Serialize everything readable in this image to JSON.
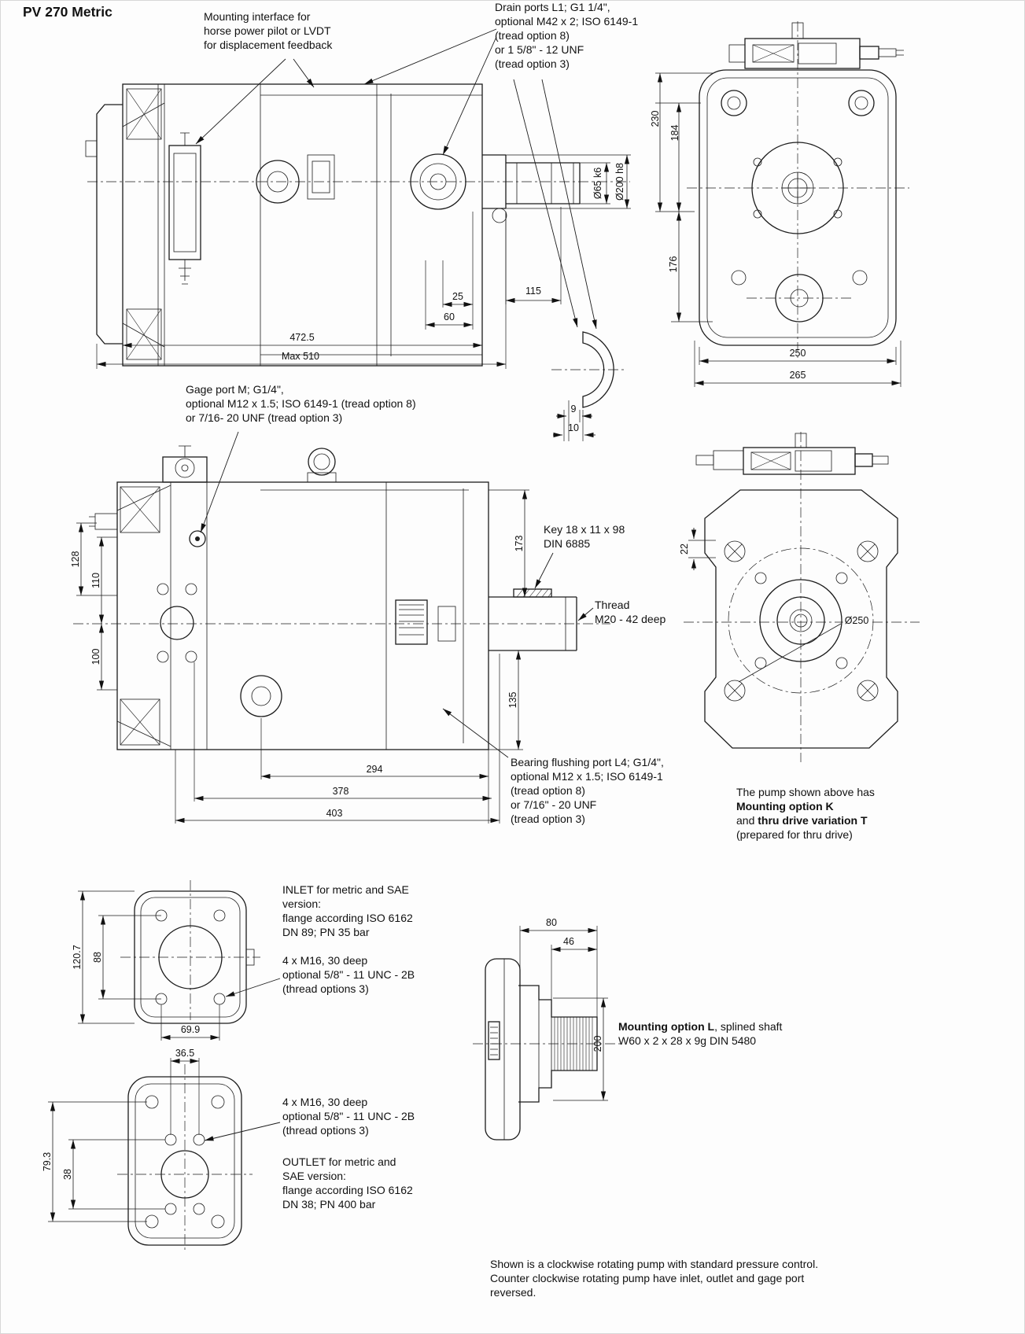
{
  "title": "PV 270 Metric",
  "annotations": {
    "mounting_interface": "Mounting interface for\nhorse power pilot or LVDT\nfor displacement feedback",
    "drain_ports": "Drain ports L1; G1 1/4\",\noptional M42 x 2; ISO 6149-1\n(tread option 8)\nor 1 5/8\" - 12 UNF\n(tread option 3)",
    "gage_port": "Gage port M; G1/4\",\noptional M12 x 1.5; ISO 6149-1 (tread option 8)\nor 7/16- 20 UNF (tread option 3)",
    "key": "Key 18 x 11 x 98\nDIN 6885",
    "thread": "Thread\nM20 - 42 deep",
    "bearing_flushing": "Bearing flushing port L4; G1/4\",\noptional M12 x 1.5; ISO 6149-1\n(tread option 8)\nor 7/16\" - 20 UNF\n(tread option 3)",
    "pump_note_line1": "The pump shown above has",
    "pump_note_line2": "Mounting option K",
    "pump_note_line3_normal": "and ",
    "pump_note_line3_bold": "thru drive variation T",
    "pump_note_line4": "(prepared for thru drive)",
    "inlet": "INLET for metric and SAE\nversion:\nflange according ISO 6162\nDN 89; PN 35 bar",
    "bolts_inlet": "4 x M16, 30 deep\noptional 5/8\" - 11 UNC - 2B\n(thread options 3)",
    "bolts_outlet": "4 x M16, 30 deep\noptional 5/8\" - 11 UNC - 2B\n(thread options 3)",
    "outlet": "OUTLET for metric and\nSAE version:\nflange according ISO 6162\nDN 38; PN 400 bar",
    "mounting_l_bold": "Mounting option L",
    "mounting_l_normal": ", splined shaft",
    "mounting_l_line2": "W60 x 2 x 28 x 9g DIN 5480",
    "footer": "Shown is a clockwise rotating pump with standard pressure control.\nCounter clockwise rotating pump have inlet, outlet and gage port\nreversed."
  },
  "dimensions": {
    "d230": "230",
    "d184": "184",
    "d176": "176",
    "shaft_dia": "Ø65 k6",
    "flange_dia": "Ø200 h8",
    "d25": "25",
    "d60": "60",
    "d115": "115",
    "d472_5": "472.5",
    "max_510": "Max 510",
    "d9": "9",
    "d10": "10",
    "d250": "250",
    "d265": "265",
    "d128": "128",
    "d110": "110",
    "d100": "100",
    "d173": "173",
    "d135": "135",
    "d22": "22",
    "d294": "294",
    "d378": "378",
    "d403": "403",
    "dia250": "Ø250",
    "d120_7": "120.7",
    "d88": "88",
    "d69_9": "69.9",
    "d36_5": "36.5",
    "d79_3": "79.3",
    "d38": "38",
    "d80": "80",
    "d46": "46",
    "d200": "200"
  }
}
